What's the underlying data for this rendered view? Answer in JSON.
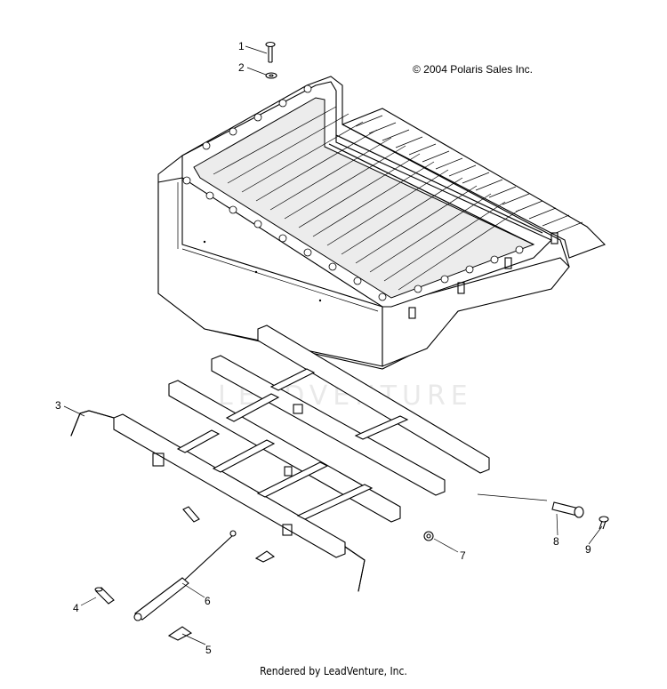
{
  "copyright": "© 2004 Polaris Sales Inc.",
  "footer": "Rendered by LeadVenture, Inc.",
  "watermark": "LEADVENTURE",
  "callouts": [
    "1",
    "2",
    "3",
    "4",
    "5",
    "6",
    "7",
    "8",
    "9"
  ],
  "parts": {
    "bolt": "bolt",
    "washer": "washer",
    "frame": "box-frame",
    "pin": "pin",
    "cotter": "cotter-pin",
    "strut": "gas-strut",
    "knob": "knob",
    "bushing": "bushing",
    "screw": "screw"
  }
}
